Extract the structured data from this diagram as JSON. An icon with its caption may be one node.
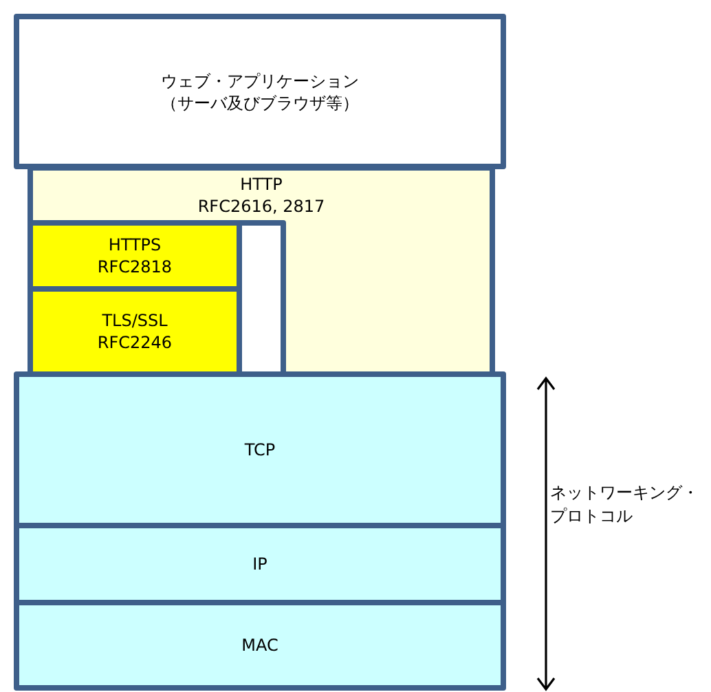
{
  "diagram": {
    "nodes": [
      {
        "text": [
          "ウェブ・アプリケーション（サーバ及びブラウザ等）"
        ]
      },
      {
        "text": [
          "HTTP",
          "RFC2616, 2817"
        ]
      },
      {
        "text": [
          "HTTPS",
          "RFC2818"
        ],
        "in": 1
      },
      {
        "text": [
          "TLS/SSL",
          "RFC2246"
        ],
        "in": 1
      },
      {
        "text": [],
        "shape": "box",
        "in": 1
      },
      {
        "text": [
          "TCP"
        ]
      },
      {
        "text": [
          "IP"
        ]
      },
      {
        "text": [
          "MAC"
        ]
      }
    ],
    "edges": [],
    "labels": [
      "ネットワーキング・プロトコル"
    ]
  }
}
